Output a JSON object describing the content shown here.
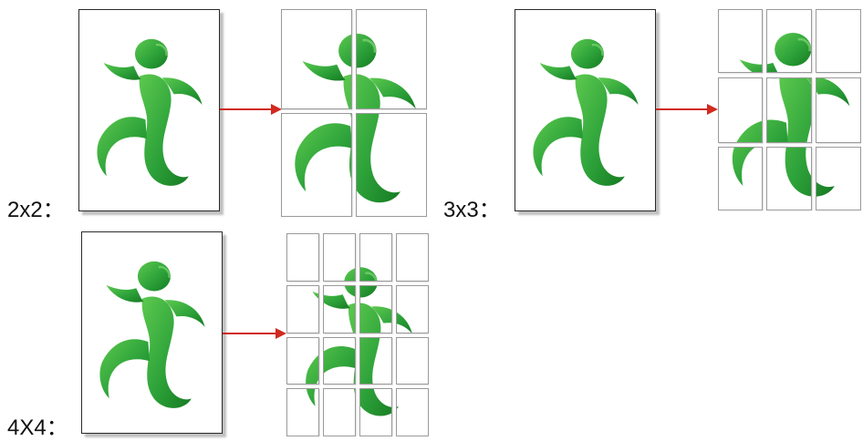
{
  "labels": {
    "two_by_two": "2x2：",
    "three_by_three": "3x3：",
    "four_by_four": "4X4："
  },
  "colors": {
    "figure_dark": "#1f8a2a",
    "figure_light": "#4fc048",
    "arrow": "#d12a1f"
  },
  "icons": {
    "figure": "running-figure-icon",
    "arrow": "right-arrow-icon"
  }
}
